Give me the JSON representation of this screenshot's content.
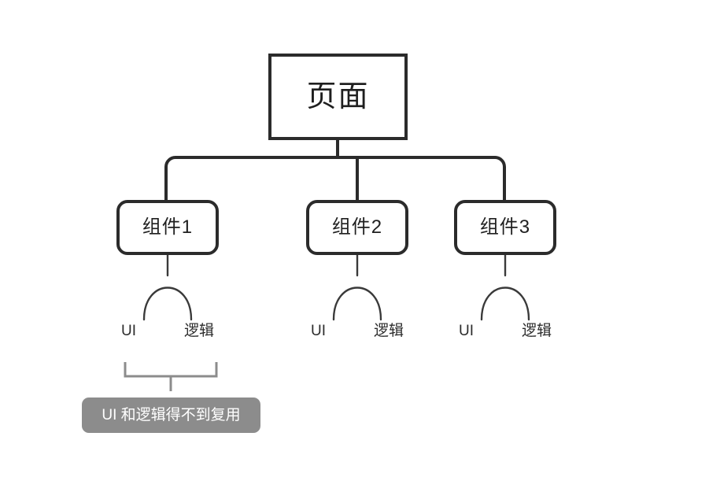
{
  "diagram": {
    "type": "tree",
    "title_node": {
      "id": "page",
      "label": "页面"
    },
    "components": [
      {
        "id": "component-1",
        "label": "组件1",
        "leaves": [
          {
            "id": "ui",
            "label": "UI"
          },
          {
            "id": "logic",
            "label": "逻辑"
          }
        ]
      },
      {
        "id": "component-2",
        "label": "组件2",
        "leaves": [
          {
            "id": "ui",
            "label": "UI"
          },
          {
            "id": "logic",
            "label": "逻辑"
          }
        ]
      },
      {
        "id": "component-3",
        "label": "组件3",
        "leaves": [
          {
            "id": "ui",
            "label": "UI"
          },
          {
            "id": "logic",
            "label": "逻辑"
          }
        ]
      }
    ],
    "annotation": {
      "id": "no-reuse-callout",
      "label": "UI 和逻辑得不到复用",
      "bracket_target": "component-1"
    },
    "colors": {
      "background": "#ffffff",
      "stroke": "#2b2b2b",
      "text": "#1f1f1f",
      "annotation_background": "#8c8c8c",
      "annotation_text": "#ffffff",
      "annotation_bracket": "#8c8c8c"
    }
  }
}
